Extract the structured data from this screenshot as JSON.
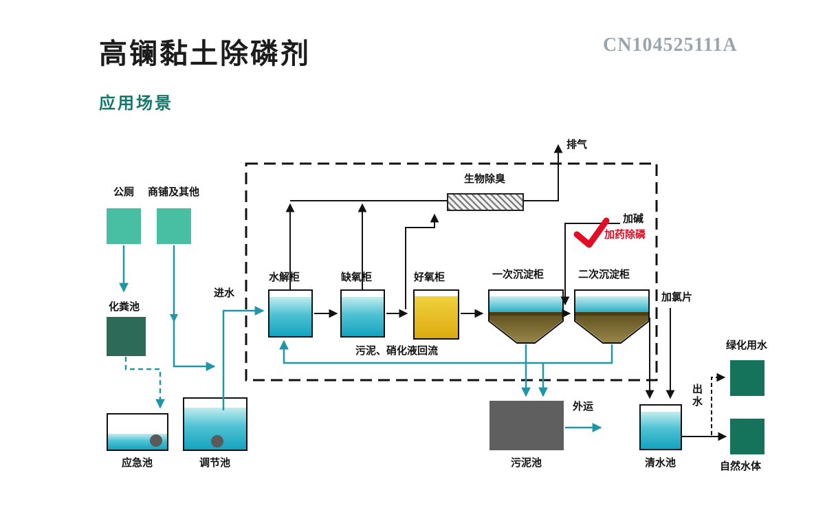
{
  "header": {
    "title": "高镧黏土除磷剂",
    "patent_number": "CN104525111A",
    "subtitle": "应用场景"
  },
  "colors": {
    "accent_teal_line": "#1e96a8",
    "source_box_green": "#48bfa3",
    "dark_green_box": "#15735b",
    "septic_box_green": "#2d6a57",
    "water_gradient_bottom": "#14a3bf",
    "aerobic_yellow": "#ddaa10",
    "sludge_brown": "#7a682c",
    "sludge_pool_gray": "#5f5f5f",
    "highlight_red": "#e30c25",
    "subtitle_teal": "#14756a",
    "patent_gray": "#9aa6ad"
  },
  "nodes": {
    "public_toilet": "公厕",
    "shops": "商铺及其他",
    "septic_tank": "化粪池",
    "emergency_pool": "应急池",
    "regulating_pool": "调节池",
    "hydrolysis_tank": "水解柜",
    "anoxic_tank": "缺氧柜",
    "aerobic_tank": "好氧柜",
    "primary_sedimentation_tank": "一次沉淀柜",
    "secondary_sedimentation_tank": "二次沉淀柜",
    "bio_deodorization": "生物除臭",
    "sludge_pool": "污泥池",
    "clear_water_pool": "清水池",
    "greening_water": "绿化用水",
    "natural_water_body": "自然水体"
  },
  "flows": {
    "inlet": "进水",
    "exhaust": "排气",
    "add_alkali": "加碱",
    "dosing_phosphorus_removal": "加药除磷",
    "sludge_nitrification_return": "污泥、硝化液回流",
    "transport_out": "外运",
    "chlorine_tablets": "加氯片",
    "outlet": "出水"
  }
}
